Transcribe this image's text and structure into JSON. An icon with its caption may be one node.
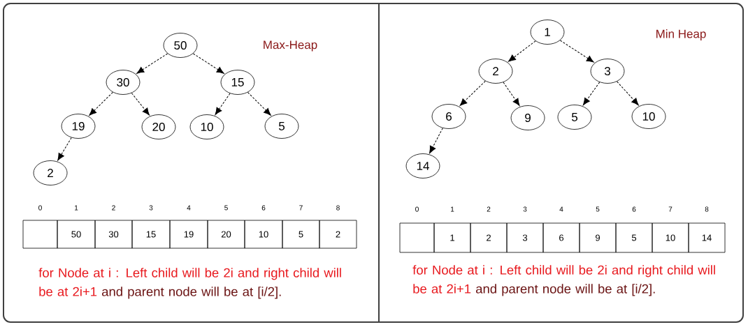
{
  "diagram": {
    "nodes": [
      {
        "text": [
          "50"
        ]
      },
      {
        "text": [
          "30"
        ]
      },
      {
        "text": [
          "15"
        ]
      },
      {
        "text": [
          "19"
        ]
      },
      {
        "text": [
          "20"
        ]
      },
      {
        "text": [
          "10"
        ]
      },
      {
        "text": [
          "5"
        ]
      },
      {
        "text": [
          "2"
        ]
      },
      {
        "text": [],
        "shape": "box"
      },
      {
        "text": [
          "50"
        ]
      },
      {
        "text": [
          "30"
        ]
      },
      {
        "text": [
          "15"
        ]
      },
      {
        "text": [
          "19"
        ]
      },
      {
        "text": [
          "20"
        ]
      },
      {
        "text": [
          "10"
        ]
      },
      {
        "text": [
          "5"
        ]
      },
      {
        "text": [
          "2"
        ]
      },
      {
        "text": [
          "1"
        ]
      },
      {
        "text": [
          "2"
        ]
      },
      {
        "text": [
          "3"
        ]
      },
      {
        "text": [
          "6"
        ]
      },
      {
        "text": [
          "9"
        ]
      },
      {
        "text": [
          "5"
        ]
      },
      {
        "text": [
          "10"
        ]
      },
      {
        "text": [
          "14"
        ]
      },
      {
        "text": [],
        "shape": "box"
      },
      {
        "text": [
          "1"
        ]
      },
      {
        "text": [
          "2"
        ]
      },
      {
        "text": [
          "3"
        ]
      },
      {
        "text": [
          "6"
        ]
      },
      {
        "text": [
          "9"
        ]
      },
      {
        "text": [
          "5"
        ]
      },
      {
        "text": [
          "10"
        ]
      },
      {
        "text": [
          "14"
        ]
      }
    ],
    "edges": [
      {
        "from": 0,
        "to": 1,
        "arrow": "to",
        "style": "dashed"
      },
      {
        "from": 0,
        "to": 2,
        "arrow": "to",
        "style": "dashed"
      },
      {
        "from": 1,
        "to": 3,
        "arrow": "to",
        "style": "dashed"
      },
      {
        "from": 1,
        "to": 4,
        "arrow": "to",
        "style": "dashed"
      },
      {
        "from": 2,
        "to": 5,
        "arrow": "to",
        "style": "dashed"
      },
      {
        "from": 2,
        "to": 6,
        "arrow": "to",
        "style": "dashed"
      },
      {
        "from": 3,
        "to": 7,
        "arrow": "to",
        "style": "dashed"
      },
      {
        "from": 17,
        "to": 18,
        "arrow": "to",
        "style": "dashed"
      },
      {
        "from": 17,
        "to": 19,
        "arrow": "to",
        "style": "dashed"
      },
      {
        "from": 18,
        "to": 20,
        "arrow": "to",
        "style": "dashed"
      },
      {
        "from": 18,
        "to": 21,
        "arrow": "to",
        "style": "dashed"
      },
      {
        "from": 19,
        "to": 22,
        "arrow": "to",
        "style": "dashed"
      },
      {
        "from": 19,
        "to": 23,
        "arrow": "to",
        "style": "dashed"
      },
      {
        "from": 20,
        "to": 24,
        "arrow": "to",
        "style": "dashed"
      }
    ],
    "labels": [
      "Max-Heap",
      "0",
      "1",
      "2",
      "3",
      "4",
      "5",
      "6",
      "7",
      "8",
      "for Node at i : Left child will be 2i and right child will be at 2i+1",
      "and parent node will be at [i/2].",
      "Min Heap",
      "0",
      "1",
      "2",
      "3",
      "4",
      "5",
      "6",
      "7",
      "8",
      "for Node at i : Left child will be 2i and right child will be at 2i+1",
      "and parent node will be at [i/2]."
    ]
  }
}
